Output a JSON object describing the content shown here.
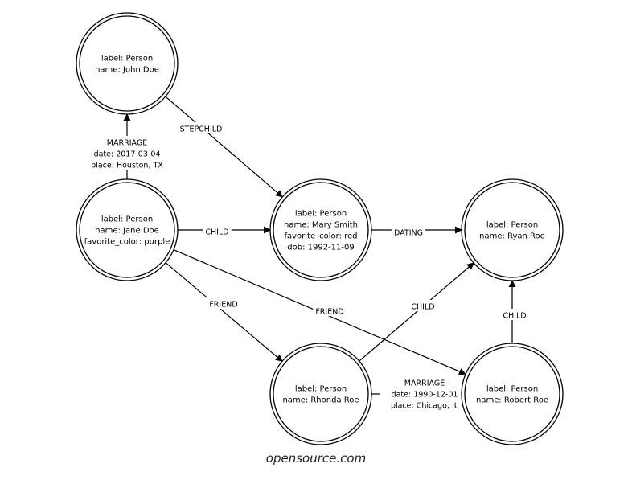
{
  "nodes": [
    {
      "id": "john",
      "lines": [
        "label: Person",
        "name: John Doe"
      ]
    },
    {
      "id": "jane",
      "lines": [
        "label: Person",
        "name: Jane Doe",
        "favorite_color: purple"
      ]
    },
    {
      "id": "mary",
      "lines": [
        "label: Person",
        "name: Mary Smith",
        "favorite_color: red",
        "dob: 1992-11-09"
      ]
    },
    {
      "id": "ryan",
      "lines": [
        "label: Person",
        "name: Ryan Roe"
      ]
    },
    {
      "id": "rhonda",
      "lines": [
        "label: Person",
        "name: Rhonda Roe"
      ]
    },
    {
      "id": "robert",
      "lines": [
        "label: Person",
        "name: Robert Roe"
      ]
    }
  ],
  "edges": [
    {
      "id": "jane-john-marriage",
      "from": "jane",
      "to": "john",
      "lines": [
        "MARRIAGE",
        "date: 2017-03-04",
        "place: Houston, TX"
      ]
    },
    {
      "id": "john-mary-stepchild",
      "from": "john",
      "to": "mary",
      "lines": [
        "STEPCHILD"
      ]
    },
    {
      "id": "jane-mary-child",
      "from": "jane",
      "to": "mary",
      "lines": [
        "CHILD"
      ]
    },
    {
      "id": "mary-ryan-dating",
      "from": "mary",
      "to": "ryan",
      "lines": [
        "DATING"
      ]
    },
    {
      "id": "jane-rhonda-friend",
      "from": "jane",
      "to": "rhonda",
      "lines": [
        "FRIEND"
      ]
    },
    {
      "id": "jane-robert-friend",
      "from": "jane",
      "to": "robert",
      "lines": [
        "FRIEND"
      ]
    },
    {
      "id": "rhonda-ryan-child",
      "from": "rhonda",
      "to": "ryan",
      "lines": [
        "CHILD"
      ]
    },
    {
      "id": "robert-ryan-child",
      "from": "robert",
      "to": "ryan",
      "lines": [
        "CHILD"
      ]
    },
    {
      "id": "rhonda-robert-marriage",
      "from": "rhonda",
      "to": "robert",
      "lines": [
        "MARRIAGE",
        "date: 1990-12-01",
        "place: Chicago, IL"
      ]
    }
  ],
  "caption": "opensource.com"
}
